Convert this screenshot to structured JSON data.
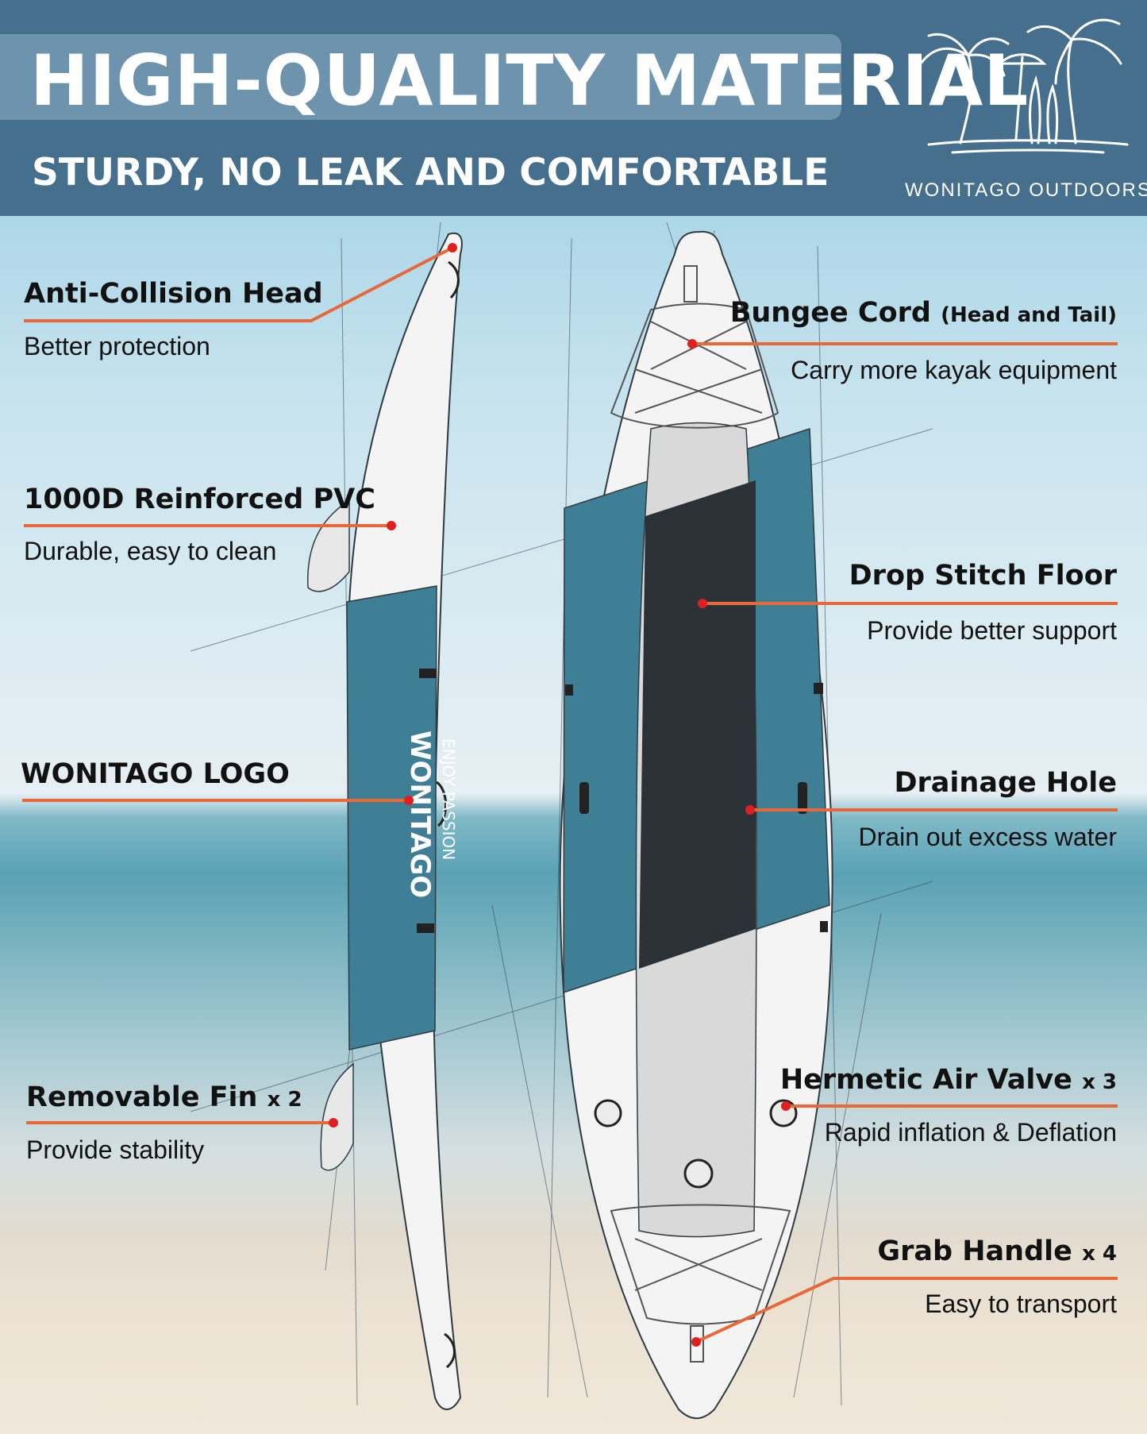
{
  "header": {
    "title": "HIGH-QUALITY MATERIAL",
    "subtitle": "STURDY, NO LEAK AND COMFORTABLE",
    "brand": "WONITAGO OUTDOORS",
    "logo_icon": "palm-trees-umbrella-surfboards-icon"
  },
  "features": {
    "anti_collision": {
      "title": "Anti-Collision Head",
      "desc": "Better protection"
    },
    "pvc": {
      "title": "1000D Reinforced PVC",
      "desc": "Durable, easy to clean"
    },
    "logo": {
      "title": "WONITAGO LOGO"
    },
    "fin": {
      "title": "Removable Fin",
      "qty": "x 2",
      "desc": "Provide stability"
    },
    "bungee": {
      "title": "Bungee Cord",
      "note": "(Head and Tail)",
      "desc": "Carry more kayak equipment"
    },
    "floor": {
      "title": "Drop Stitch Floor",
      "desc": "Provide better support"
    },
    "drain": {
      "title": "Drainage Hole",
      "desc": "Drain out excess water"
    },
    "valve": {
      "title": "Hermetic Air Valve",
      "qty": "x 3",
      "desc": "Rapid inflation & Deflation"
    },
    "handle": {
      "title": "Grab Handle",
      "qty": "x 4",
      "desc": "Easy to transport"
    }
  },
  "kayak": {
    "side_text_main": "WONITAGO",
    "side_text_sub": "ENJOY PASSION"
  },
  "colors": {
    "header": "#456f8c",
    "title_band": "#6e93ad",
    "kayak_teal": "#3e7f96",
    "callout": "#e8683a",
    "dot": "#e0201e"
  }
}
